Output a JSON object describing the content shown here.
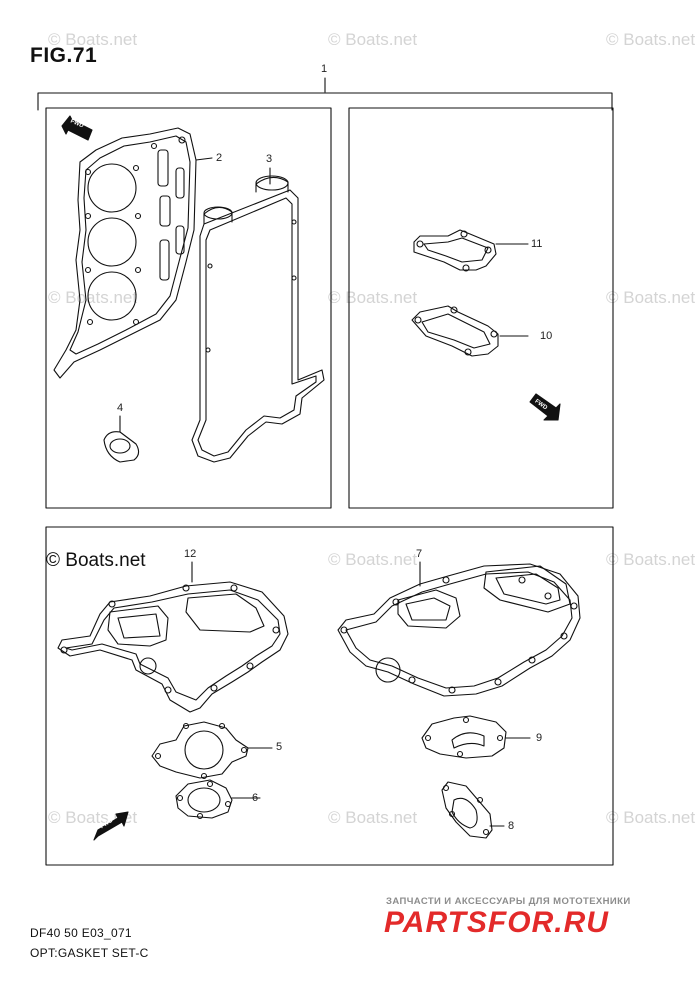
{
  "figure": {
    "title": "FIG.71",
    "code": "DF40 50 E03_071",
    "name": "OPT:GASKET SET-C"
  },
  "watermarks": {
    "text": "© Boats.net",
    "highlight_text": "© Boats.net"
  },
  "callouts": {
    "c1": "1",
    "c2": "2",
    "c3": "3",
    "c4": "4",
    "c5": "5",
    "c6": "6",
    "c7": "7",
    "c8": "8",
    "c9": "9",
    "c10": "10",
    "c11": "11",
    "c12": "12"
  },
  "fwd_label": "FWD",
  "promo": {
    "tagline": "ЗАПЧАСТИ И АКСЕССУАРЫ ДЛЯ МОТОТЕХНИКИ",
    "brand": "PARTSFOR.RU"
  },
  "colors": {
    "line": "#111111",
    "watermark": "#d4d4d4",
    "promo_red": "#e32a2a",
    "promo_gray": "#8c8c8c"
  }
}
